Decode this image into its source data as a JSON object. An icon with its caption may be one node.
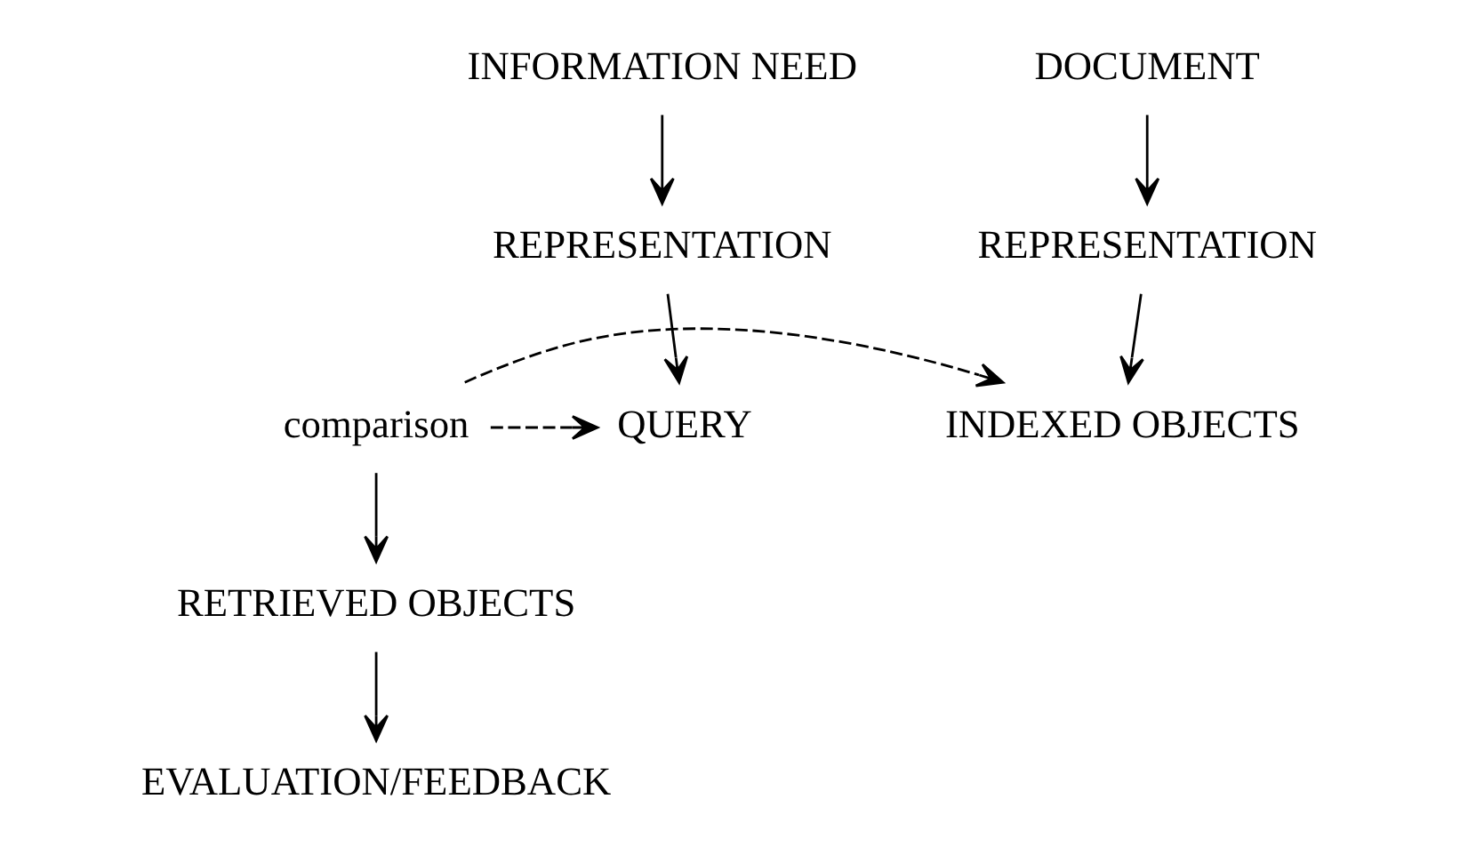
{
  "diagram": {
    "nodes": [
      {
        "text": [
          "INFORMATION NEED"
        ]
      },
      {
        "text": [
          "DOCUMENT"
        ]
      },
      {
        "text": [
          "REPRESENTATION"
        ]
      },
      {
        "text": [
          "REPRESENTATION"
        ]
      },
      {
        "text": [
          "QUERY"
        ]
      },
      {
        "text": [
          "comparison"
        ]
      },
      {
        "text": [
          "INDEXED OBJECTS"
        ]
      },
      {
        "text": [
          "RETRIEVED OBJECTS"
        ]
      },
      {
        "text": [
          "EVALUATION/FEEDBACK"
        ]
      }
    ],
    "edges": [
      {
        "from": 0,
        "to": 2,
        "arrow": "to"
      },
      {
        "from": 1,
        "to": 3,
        "arrow": "to"
      },
      {
        "from": 2,
        "to": 4,
        "arrow": "to"
      },
      {
        "from": 3,
        "to": 6,
        "arrow": "to"
      },
      {
        "from": 5,
        "to": 4,
        "arrow": "to",
        "style": "dashed"
      },
      {
        "from": 5,
        "to": 6,
        "arrow": "to",
        "style": "dashed"
      },
      {
        "from": 5,
        "to": 7,
        "arrow": "to"
      },
      {
        "from": 7,
        "to": 8,
        "arrow": "to"
      }
    ]
  }
}
